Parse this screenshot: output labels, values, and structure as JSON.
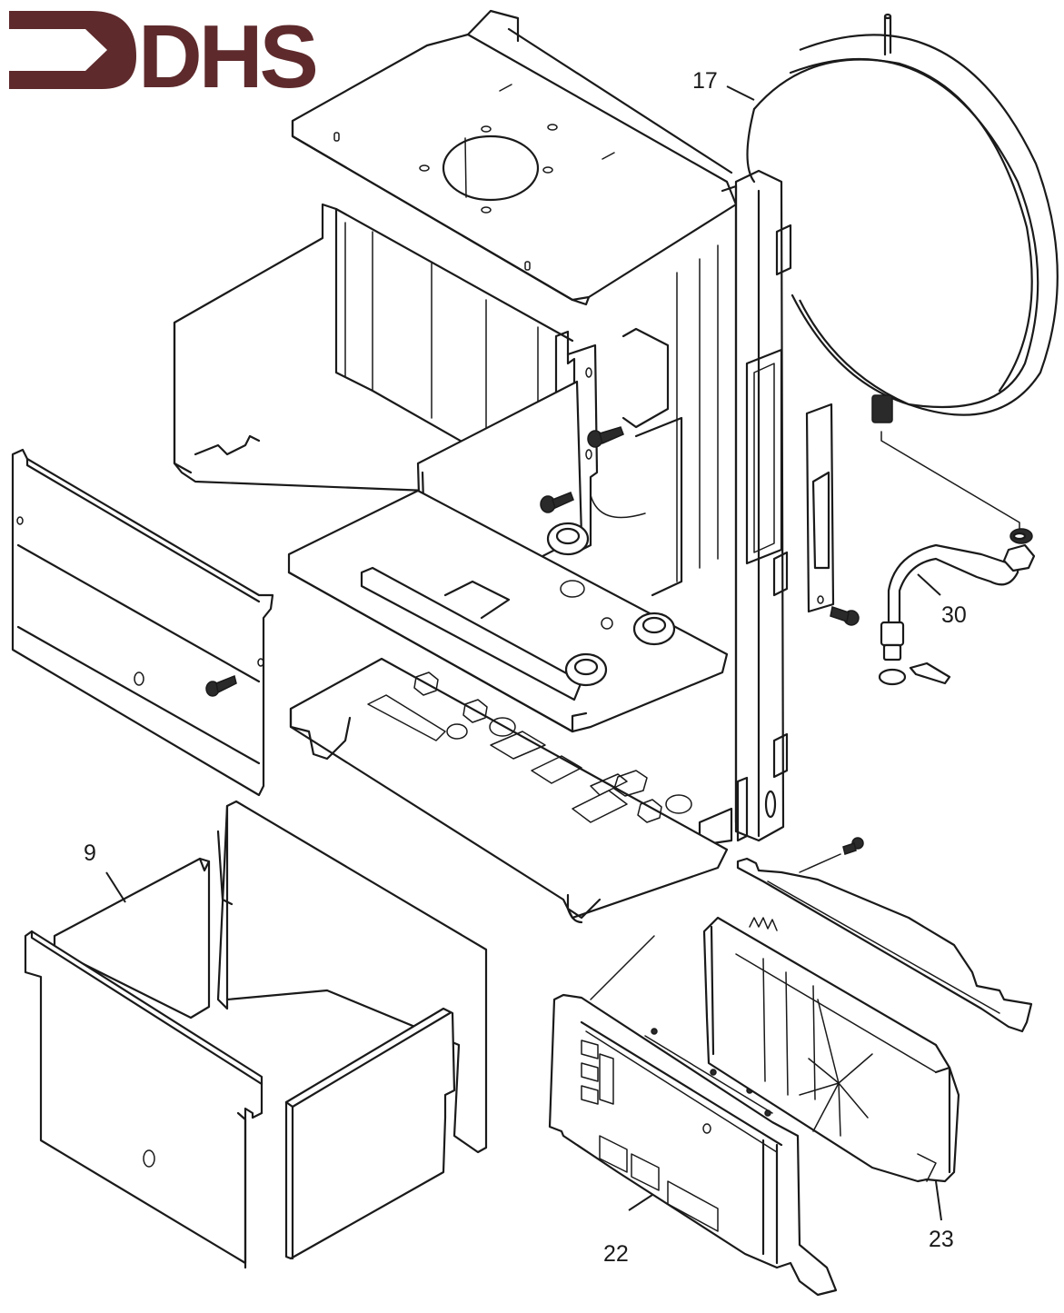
{
  "logo": {
    "text": "DHS",
    "icon": "arrow-bracket-icon",
    "color": "#5e2a2c"
  },
  "diagram": {
    "title": "Boiler chassis exploded view",
    "callouts": [
      {
        "id": "17",
        "label": "17",
        "part": "expansion-vessel"
      },
      {
        "id": "30",
        "label": "30",
        "part": "expansion-vessel-hose"
      },
      {
        "id": "9",
        "label": "9",
        "part": "combustion-chamber-insulation"
      },
      {
        "id": "22",
        "label": "22",
        "part": "control-panel-housing"
      },
      {
        "id": "23",
        "label": "23",
        "part": "control-panel-rear-cover"
      }
    ]
  }
}
